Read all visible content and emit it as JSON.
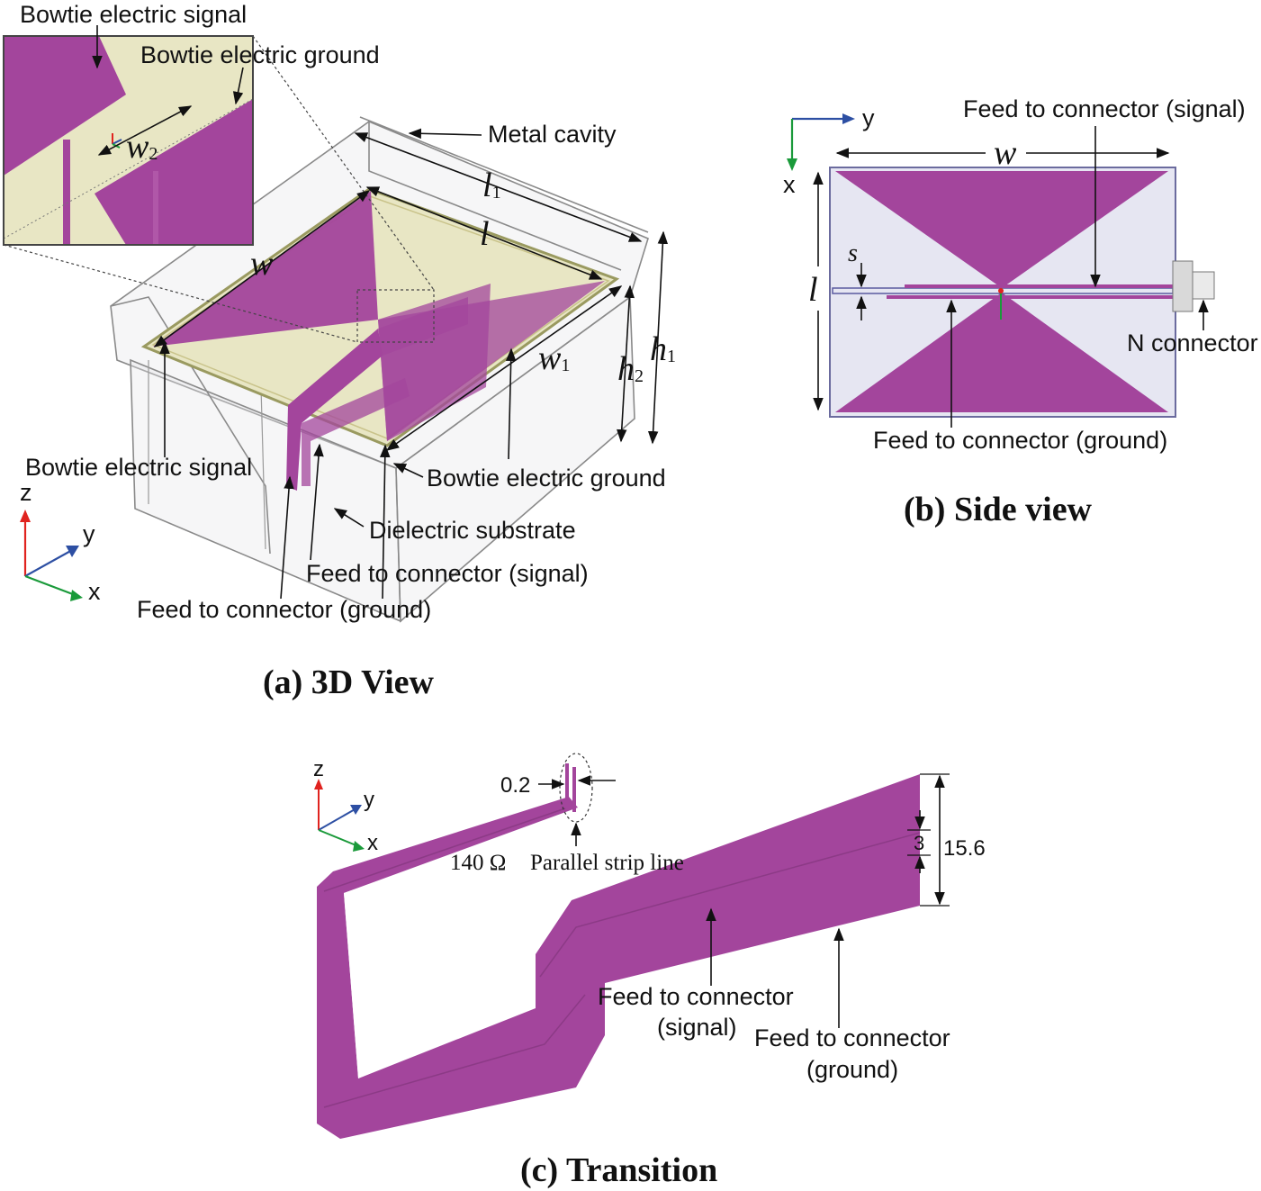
{
  "panel_a": {
    "caption": "(a) 3D View",
    "labels": {
      "inset_signal": "Bowtie electric signal",
      "inset_ground": "Bowtie electric ground",
      "metal_cavity": "Metal cavity",
      "bowtie_signal": "Bowtie electric signal",
      "bowtie_ground": "Bowtie electric ground",
      "dielectric": "Dielectric substrate",
      "feed_signal": "Feed to connector (signal)",
      "feed_ground": "Feed to connector (ground)"
    },
    "dims": {
      "w": "w",
      "w1": "w",
      "w1_sub": "1",
      "w2": "w",
      "w2_sub": "2",
      "l": "l",
      "l1": "l",
      "l1_sub": "1",
      "h1": "h",
      "h1_sub": "1",
      "h2": "h",
      "h2_sub": "2"
    },
    "axes": {
      "z": "z",
      "y": "y",
      "x": "x"
    }
  },
  "panel_b": {
    "caption": "(b) Side view",
    "labels": {
      "feed_signal": "Feed to connector (signal)",
      "feed_ground": "Feed to connector (ground)",
      "n_connector": "N connector"
    },
    "dims": {
      "w": "w",
      "l": "l",
      "s": "s"
    },
    "axes": {
      "y": "y",
      "x": "x"
    }
  },
  "panel_c": {
    "caption": "(c) Transition",
    "labels": {
      "feed_signal_1": "Feed to connector",
      "feed_signal_2": "(signal)",
      "feed_ground_1": "Feed to connector",
      "feed_ground_2": "(ground)",
      "impedance": "140 Ω",
      "psl": "Parallel strip line"
    },
    "dims": {
      "d1": "0.2",
      "d2": "3",
      "d3": "15.6"
    },
    "axes": {
      "z": "z",
      "y": "y",
      "x": "x"
    }
  },
  "colors": {
    "metal": "#a3459c",
    "substrate": "#e8e6c4",
    "background_b": "#e6e6f2",
    "axis_x": "#1a9a3a",
    "axis_y": "#2d4fa3",
    "axis_z": "#e0231f"
  }
}
